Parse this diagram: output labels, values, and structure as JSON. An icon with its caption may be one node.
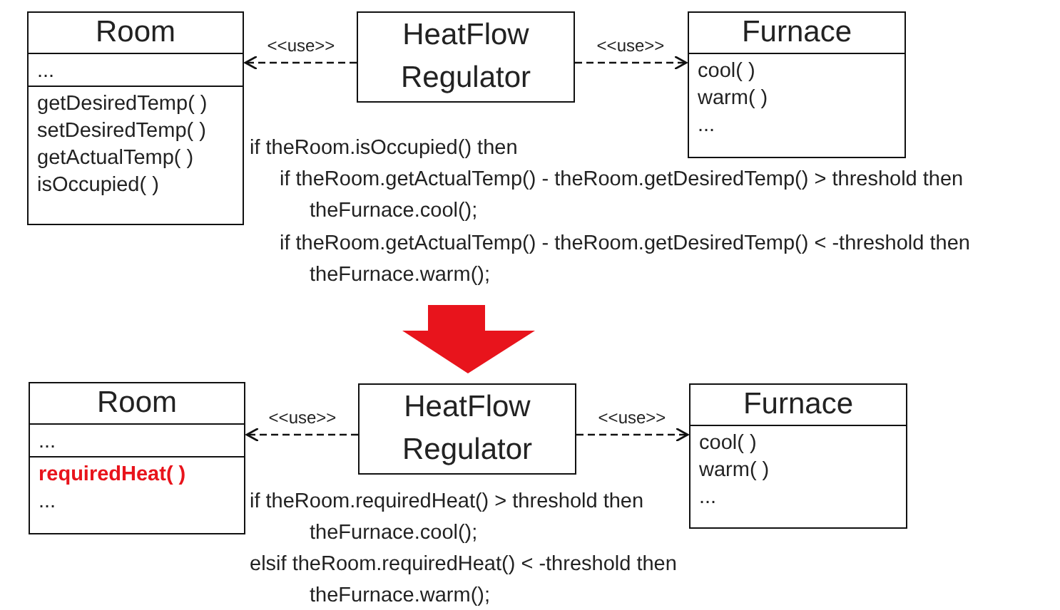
{
  "diagram": {
    "nodes": [
      {
        "text": [
          "Room",
          "...",
          "getDesiredTemp( )",
          "setDesiredTemp( )",
          "getActualTemp( )",
          "isOccupied( )"
        ]
      },
      {
        "text": [
          "HeatFlow Regulator"
        ]
      },
      {
        "text": [
          "Furnace",
          "cool( )",
          "warm( )",
          "..."
        ]
      },
      {
        "text": [
          "Room",
          "...",
          "requiredHeat( )",
          "..."
        ]
      },
      {
        "text": [
          "HeatFlow Regulator"
        ]
      },
      {
        "text": [
          "Furnace",
          "cool( )",
          "warm( )",
          "..."
        ]
      }
    ],
    "edges": [
      {
        "from": 1,
        "to": 0,
        "arrow": "to",
        "label": "<<use>>",
        "style": "dashed"
      },
      {
        "from": 1,
        "to": 2,
        "arrow": "to",
        "label": "<<use>>",
        "style": "dashed"
      },
      {
        "from": 4,
        "to": 3,
        "arrow": "to",
        "label": "<<use>>",
        "style": "dashed"
      },
      {
        "from": 4,
        "to": 5,
        "arrow": "to",
        "label": "<<use>>",
        "style": "dashed"
      }
    ],
    "labels": [
      "if theRoom.isOccupied() then",
      "if theRoom.getActualTemp() - theRoom.getDesiredTemp() > threshold then",
      "theFurnace.cool();",
      "if theRoom.getActualTemp() - theRoom.getDesiredTemp() < -threshold then",
      "theFurnace.warm();",
      "if theRoom.requiredHeat() > threshold then",
      "theFurnace.cool();",
      "elsif theRoom.requiredHeat() < -threshold then",
      "theFurnace.warm();"
    ]
  }
}
